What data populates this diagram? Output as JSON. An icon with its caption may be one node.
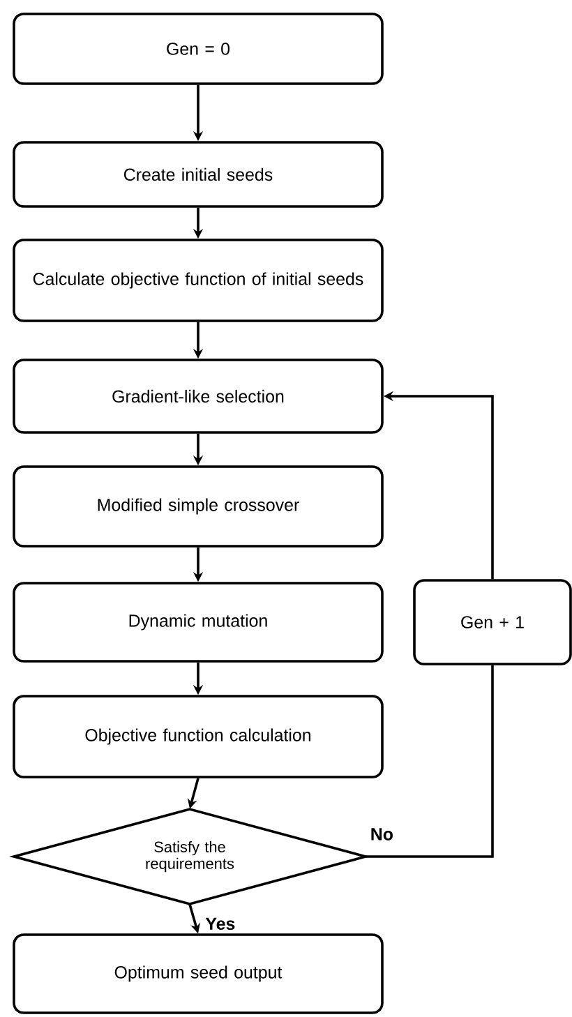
{
  "diagram": {
    "nodes": [
      {
        "text": [
          "Gen = 0"
        ]
      },
      {
        "text": [
          "Create initial seeds"
        ]
      },
      {
        "text": [
          "Calculate objective function of initial seeds"
        ]
      },
      {
        "text": [
          "Gradient-like selection"
        ]
      },
      {
        "text": [
          "Modified simple crossover"
        ]
      },
      {
        "text": [
          "Dynamic mutation"
        ]
      },
      {
        "text": [
          "Objective function calculation"
        ]
      },
      {
        "text": [
          "Satisfy the requirements"
        ]
      },
      {
        "text": [
          "Optimum seed output"
        ]
      },
      {
        "text": [
          "Gen + 1"
        ]
      }
    ],
    "edges": [
      {
        "from": 0,
        "to": 1,
        "arrow": "to"
      },
      {
        "from": 1,
        "to": 2,
        "arrow": "to"
      },
      {
        "from": 2,
        "to": 3,
        "arrow": "to"
      },
      {
        "from": 3,
        "to": 4,
        "arrow": "to"
      },
      {
        "from": 4,
        "to": 5,
        "arrow": "to"
      },
      {
        "from": 5,
        "to": 6,
        "arrow": "to"
      },
      {
        "from": 6,
        "to": 7,
        "arrow": "to"
      },
      {
        "from": 7,
        "to": 8,
        "label": "Yes",
        "arrow": "to"
      },
      {
        "from": 7,
        "to": 9,
        "label": "No",
        "arrow": "none"
      },
      {
        "from": 9,
        "to": 3,
        "arrow": "to"
      }
    ]
  }
}
